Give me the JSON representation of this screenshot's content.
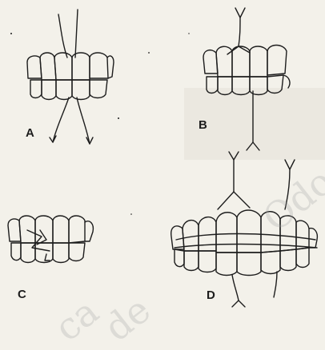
{
  "labels": {
    "a": "A",
    "b": "B",
    "c": "C",
    "d": "D"
  },
  "watermark": {
    "part1": "Odontología",
    "part2": "de",
    "part3": "ca"
  },
  "colors": {
    "ink": "#1d1d1d",
    "paper": "#f3f1ea",
    "watermark": "#a0a0a0"
  }
}
